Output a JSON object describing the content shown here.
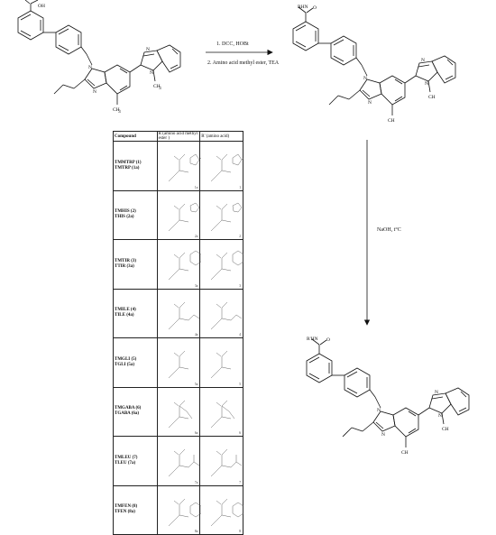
{
  "labels": {
    "cooh": "OH",
    "o": "O",
    "n": "N",
    "me_n": "CH",
    "me_n_sub": "3",
    "ch3": "CH",
    "ch3_sub": "3",
    "rhn": "RHN",
    "r_hn": "R'HN"
  },
  "reagents": {
    "step1": "1. DCC, HOBt",
    "step2": "2. Amino acid methyl ester, TEA",
    "step3": "NaOH, t°C"
  },
  "table": {
    "headers": [
      "Compound",
      "R (amino acid methyl ester )",
      "R' (amino acid)"
    ],
    "rows": [
      {
        "name1": "TMMTRP (1)",
        "name2": "TMTRP (1a)",
        "num_r": "1a",
        "num_rp": "1"
      },
      {
        "name1": "TMHIS (2)",
        "name2": "THIS (2a)",
        "num_r": "2a",
        "num_rp": "2"
      },
      {
        "name1": "TMTIR (3)",
        "name2": "TTIR (3a)",
        "num_r": "3a",
        "num_rp": "3"
      },
      {
        "name1": "TMILE (4)",
        "name2": "TILE (4a)",
        "num_r": "4a",
        "num_rp": "4"
      },
      {
        "name1": "TMGLI (5)",
        "name2": "TGLI (5a)",
        "num_r": "5a",
        "num_rp": "5"
      },
      {
        "name1": "TMGABA (6)",
        "name2": "TGABA (6a)",
        "num_r": "6a",
        "num_rp": "6"
      },
      {
        "name1": "TMLEU (7)",
        "name2": "TLEU (7a)",
        "num_r": "7a",
        "num_rp": "7"
      },
      {
        "name1": "TMFEN (8)",
        "name2": "TFEN (8a)",
        "num_r": "8a",
        "num_rp": "8"
      }
    ]
  }
}
